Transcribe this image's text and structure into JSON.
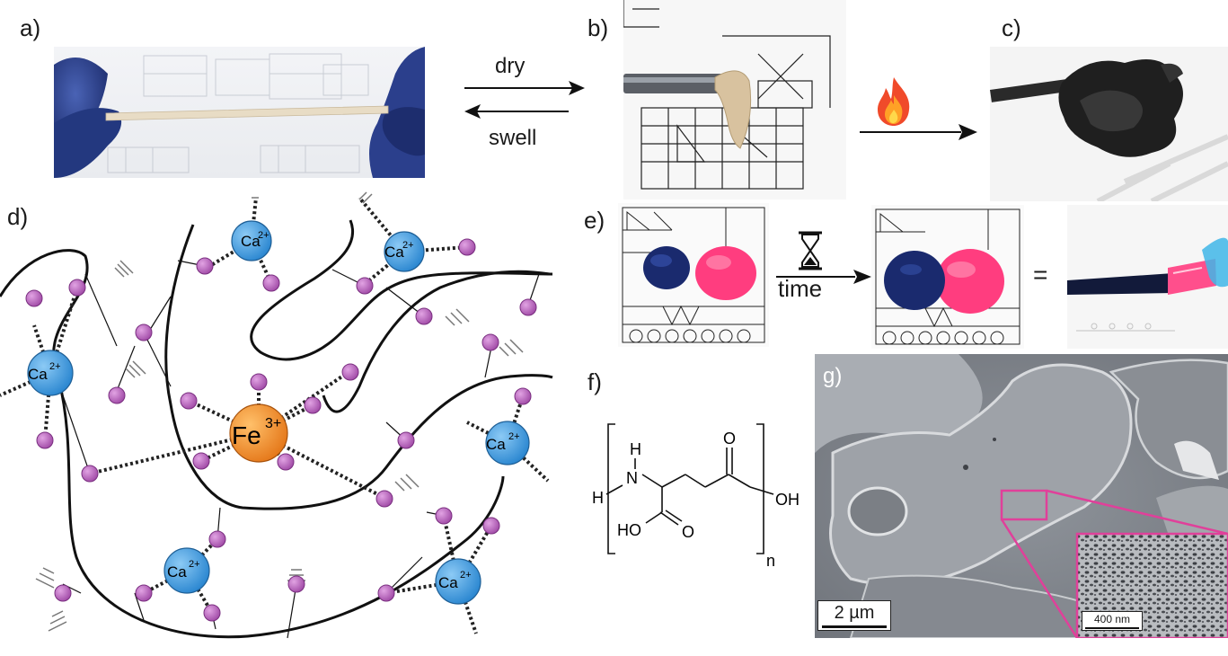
{
  "panels": {
    "a": {
      "label": "a)"
    },
    "b": {
      "label": "b)"
    },
    "c": {
      "label": "c)"
    },
    "d": {
      "label": "d)"
    },
    "e": {
      "label": "e)"
    },
    "f": {
      "label": "f)"
    },
    "g": {
      "label": "g)"
    }
  },
  "arrows": {
    "dry": "dry",
    "swell": "swell",
    "time": "time",
    "equals": "="
  },
  "icons": {
    "flame": "flame-icon",
    "hourglass": "hourglass-icon"
  },
  "network": {
    "fe_ion": {
      "symbol": "Fe",
      "charge": "3+"
    },
    "ca_ion": {
      "symbol": "Ca",
      "charge": "2+"
    }
  },
  "structure": {
    "h_left": "H",
    "n": "N",
    "h_on_n": "H",
    "o_top": "O",
    "oh_right": "OH",
    "ho_bottom": "HO",
    "o_bottom": "O",
    "repeat": "n"
  },
  "sem": {
    "scale_main": "2 µm",
    "scale_inset": "400 nm"
  },
  "colors": {
    "ca_ion": "#3d9be0",
    "fe_ion": "#f0962c",
    "carboxylate_bead": "#b35bb5",
    "zoom_box": "#e0409a",
    "blue_gel": "#1a2a6e",
    "pink_gel": "#ff3d7f"
  }
}
